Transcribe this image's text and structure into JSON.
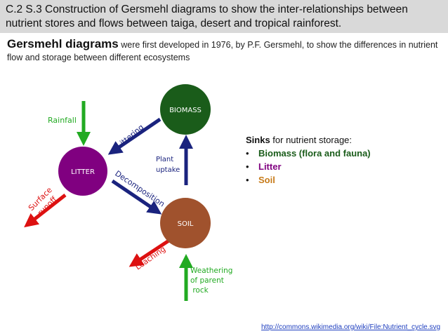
{
  "header": {
    "title": "C.2 S.3 Construction of Gersmehl diagrams to show the inter-relationships between nutrient stores and flows between taiga, desert and tropical rainforest."
  },
  "intro": {
    "strong": "Gersmehl diagrams",
    "rest": " were first developed in 1976, by P.F. Gersmehl, to show the differences in nutrient flow and storage between different ecosystems"
  },
  "diagram": {
    "stores": {
      "biomass": {
        "label": "BIOMASS",
        "color": "#1a5c1a"
      },
      "litter": {
        "label": "LITTER",
        "color": "#800080"
      },
      "soil": {
        "label": "SOIL",
        "color": "#a0522d"
      }
    },
    "flows": {
      "rainfall": {
        "label": "Rainfall",
        "color": "#22aa22"
      },
      "littering": {
        "label": "Littering",
        "color": "#1a237e"
      },
      "plant_uptake": {
        "label_line1": "Plant",
        "label_line2": "uptake",
        "color": "#1a237e"
      },
      "decomposition": {
        "label": "Decomposition",
        "color": "#1a237e"
      },
      "surface_runoff": {
        "label_line1": "Surface",
        "label_line2": "runoff",
        "color": "#dd1111"
      },
      "leaching": {
        "label": "Leaching",
        "color": "#dd1111"
      },
      "weathering": {
        "label_line1": "Weathering",
        "label_line2": "of parent",
        "label_line3": " rock",
        "color": "#22aa22"
      }
    }
  },
  "sinks": {
    "heading_strong": "Sinks",
    "heading_rest": " for nutrient storage:",
    "items": [
      {
        "label": "Biomass (flora and fauna)",
        "color": "#1a5c1a"
      },
      {
        "label": "Litter",
        "color": "#800080"
      },
      {
        "label": "Soil",
        "color": "#c77b1a"
      }
    ]
  },
  "source": {
    "text": "http://commons.wikimedia.org/wiki/File:Nutrient_cycle.svg"
  }
}
